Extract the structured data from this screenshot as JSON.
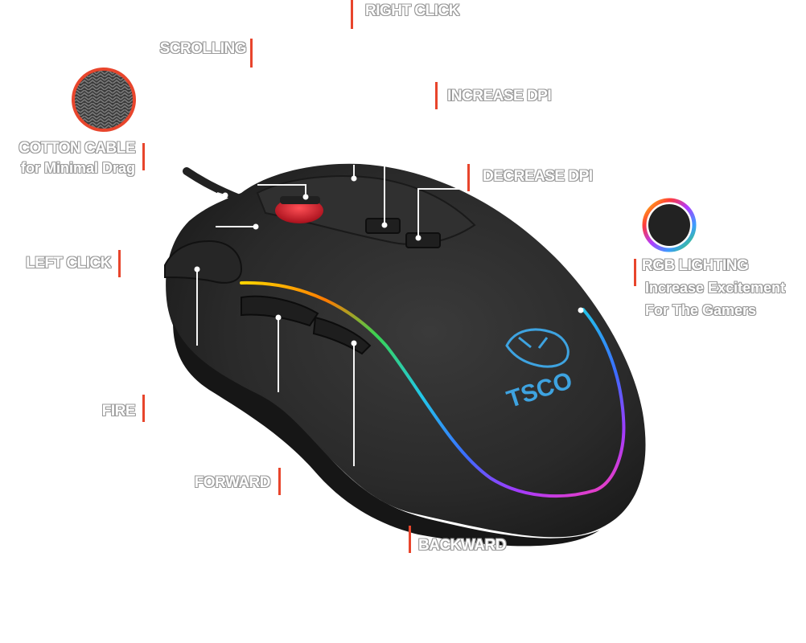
{
  "labels": {
    "right_click": "RIGHT CLICK",
    "scrolling": "SCROLLING",
    "increase_dpi": "INCREASE DPI",
    "decrease_dpi": "DECREASE DPI",
    "cotton_cable": "COTTON CABLE",
    "cotton_cable_sub": "for Minimal Drag",
    "left_click": "LEFT CLICK",
    "rgb_lighting": "RGB LIGHTING",
    "rgb_sub_1": "Increase Excitement",
    "rgb_sub_2": "For The Gamers",
    "fire": "FIRE",
    "forward": "FORWARD",
    "backward": "BACKWARD"
  },
  "logo_text": "TSCO",
  "colors": {
    "accent_bar": "#e8452c",
    "mouse_body": "#2b2b2b",
    "scroll_wheel": "#d8202f",
    "logo": "#3ea3e0"
  },
  "icons": {
    "cable_swatch": "braided-cable-icon",
    "rgb_swatch": "rgb-ring-icon"
  }
}
